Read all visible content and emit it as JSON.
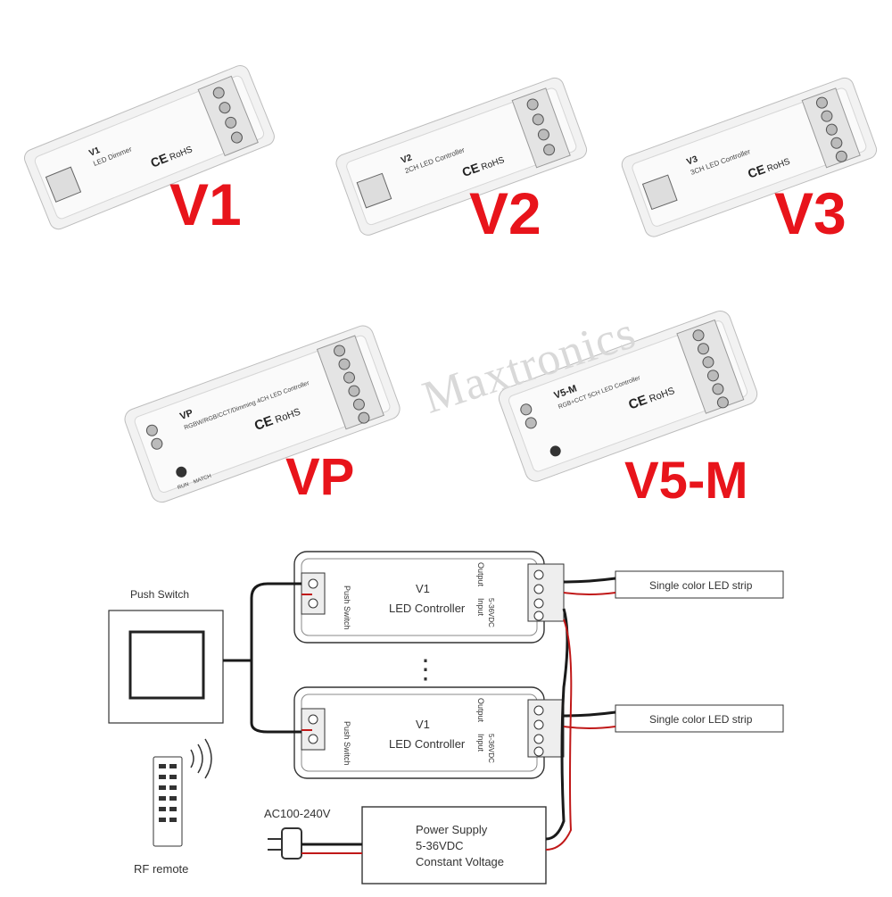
{
  "products": {
    "v1": {
      "label": "V1",
      "model": "V1",
      "desc": "LED Dimmer"
    },
    "v2": {
      "label": "V2",
      "model": "V2",
      "desc": "2CH LED Controller"
    },
    "v3": {
      "label": "V3",
      "model": "V3",
      "desc": "3CH LED Controller"
    },
    "vp": {
      "label": "VP",
      "model": "VP",
      "desc": "RGBW/RGB/CCT/Dimming 4CH LED Controller"
    },
    "v5m": {
      "label": "V5-M",
      "model": "V5-M",
      "desc": "RGB+CCT 5CH LED Controller"
    }
  },
  "marks": {
    "ce": "CE",
    "rohs": "RoHS",
    "run": "RUN",
    "match": "MATCH"
  },
  "watermark": "Maxtronics",
  "diagram": {
    "push_switch": "Push Switch",
    "rf_remote": "RF remote",
    "controller_name": "V1",
    "controller_desc": "LED Controller",
    "push_switch_port": "Push Switch",
    "output": "Output",
    "input": "Input",
    "input_voltage": "5-36VDC",
    "led_strip": "Single color LED strip",
    "ac": "AC100-240V",
    "psu_line1": "Power Supply",
    "psu_line2": "5-36VDC",
    "psu_line3": "Constant Voltage",
    "ellipsis": "⋮"
  },
  "colors": {
    "label_red": "#e8141b",
    "wire_dark": "#1a1a1a",
    "wire_red": "#c01818"
  }
}
